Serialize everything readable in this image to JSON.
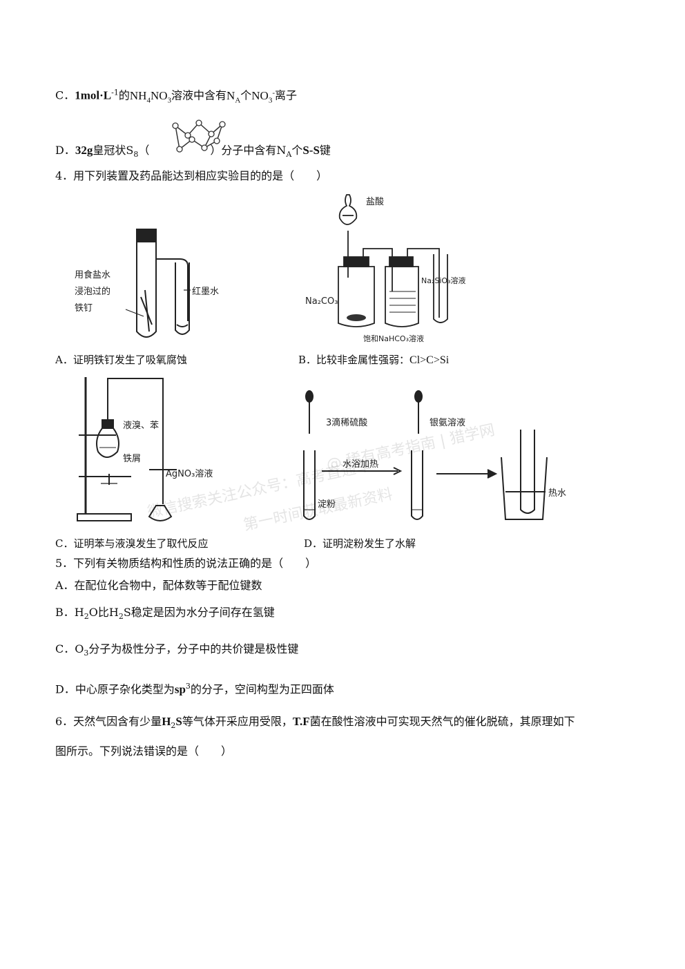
{
  "q3": {
    "c_label": "C．",
    "c_mol": "1mol·L",
    "c_exp": "-1",
    "c_text1": "的",
    "c_nh4": "NH",
    "c_nh4_sub": "4",
    "c_no3": "NO",
    "c_no3_sub": "3",
    "c_text2": "溶液中含有",
    "c_na": "N",
    "c_na_sub": "A",
    "c_text3": "个",
    "c_ion": "NO",
    "c_ion_sub": "3",
    "c_ion_sup": "-",
    "c_text4": "离子",
    "d_label": "D．",
    "d_mass": "32g",
    "d_text1": "皇冠状",
    "d_s8": "S",
    "d_s8_sub": "8",
    "d_paren_open": "（",
    "d_paren_close": "）",
    "d_text2": "分子中含有",
    "d_na": "N",
    "d_na_sub": "A",
    "d_text3": "个",
    "d_bond": "S-S",
    "d_text4": "键"
  },
  "q4": {
    "stem": "4．用下列装置及药品能达到相应实验目的的是（　　）",
    "a": {
      "caption": "A．证明铁钉发生了吸氧腐蚀",
      "label_nail": [
        "用食盐水",
        "浸泡过的",
        "铁钉"
      ],
      "label_ink": "红墨水"
    },
    "b": {
      "caption_text": "B．比较非金属性强弱：",
      "caption_bold": "Cl>C>Si",
      "label_acid": "盐酸",
      "label_na2co3": "Na₂CO₃",
      "label_nahco3": "饱和NaHCO₃溶液",
      "label_na2sio3": "Na₂SiO₃溶液"
    },
    "c": {
      "caption": "C．证明苯与液溴发生了取代反应",
      "label_reagents": "液溴、苯",
      "label_iron": "铁屑",
      "label_agno3": "AgNO₃溶液"
    },
    "d": {
      "caption": "D．证明淀粉发生了水解",
      "label_acid": "3滴稀硫酸",
      "label_silver": "银氨溶液",
      "label_heat": "水浴加热",
      "label_starch": "淀粉",
      "label_hotwater": "热水"
    }
  },
  "q5": {
    "stem": "5．下列有关物质结构和性质的说法正确的是（　　）",
    "a": "A．在配位化合物中，配体数等于配位键数",
    "b_label": "B．",
    "b_h2o": "H",
    "b_h2o_sub": "2",
    "b_h2o_o": "O",
    "b_text1": "比",
    "b_h2s": "H",
    "b_h2s_sub": "2",
    "b_h2s_s": "S",
    "b_text2": "稳定是因为水分子间存在氢键",
    "c_label": "C．",
    "c_o3": "O",
    "c_o3_sub": "3",
    "c_text": "分子为极性分子，分子中的共价键是极性键",
    "d_label": "D．中心原子杂化类型为",
    "d_sp": "sp",
    "d_sp_sup": "3",
    "d_text": "的分子，空间构型为正四面体"
  },
  "q6": {
    "line1_a": "6．天然气因含有少量",
    "line1_h2s": "H",
    "line1_h2s_sub": "2",
    "line1_h2s_s": "S",
    "line1_b": "等气体开采应用受限，",
    "line1_tf": "T.F",
    "line1_c": "菌在酸性溶液中可实现天然气的催化脱硫，其原理如下",
    "line2": "图所示。下列说法错误的是（　　）"
  },
  "watermark": {
    "line1": "微信搜索关注公众号：高考直通车",
    "line2": "第一时间获取最新资料",
    "brand": "@ 稀有高考指南 | 猎学网"
  }
}
